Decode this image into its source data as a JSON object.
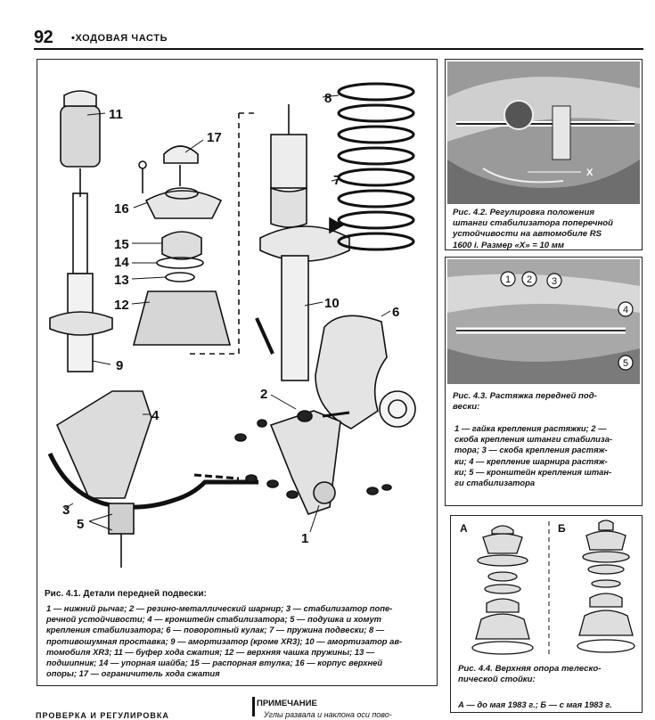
{
  "header": {
    "page_number": "92",
    "section": "•ХОДОВАЯ ЧАСТЬ"
  },
  "fig41": {
    "labels": [
      "11",
      "17",
      "16",
      "15",
      "14",
      "13",
      "12",
      "9",
      "8",
      "7",
      "10",
      "6",
      "2",
      "4",
      "3",
      "5",
      "1"
    ],
    "title": "Рис. 4.1. Детали передней подвески:",
    "legend": [
      "1 — нижний рычаг; 2 — резино-металлический шарнир; 3 — стабилизатор попе-",
      "речной устойчивости; 4 — кронштейн стабилизатора; 5 — подушка и хомут",
      "крепления стабилизатора; 6 — поворотный кулак; 7 — пружина подвески; 8 —",
      "противошумная проставка; 9 — амортизатор (кроме XR3); 10 — амортизатор ав-",
      "томобиля XR3; 11 — буфер хода сжатия; 12 — верхняя чашка пружины; 13 —",
      "подшипник; 14 — упорная шайба; 15 — распорная втулка; 16 — корпус верхней",
      "опоры; 17 — ограничитель хода сжатия"
    ]
  },
  "fig42": {
    "marker": "X",
    "caption": [
      "Рис. 4.2. Регулировка положения",
      "штанги стабилизатора поперечной",
      "устойчивости на автомобиле RS",
      "1600 i. Размер «X» = 10 мм"
    ]
  },
  "fig43": {
    "labels": [
      "1",
      "2",
      "3",
      "4",
      "5"
    ],
    "caption": [
      "Рис. 4.3. Растяжка передней под-",
      "вески:"
    ],
    "legend": [
      "1 — гайка крепления растяжки; 2 —",
      "скоба крепления штанги стабилиза-",
      "тора; 3 — скоба крепления растяж-",
      "ки; 4 — крепление шарнира растяж-",
      "ки; 5 — кронштейн крепления штан-",
      "ги стабилизатора"
    ]
  },
  "fig44": {
    "label_a": "А",
    "label_b": "Б",
    "caption": [
      "Рис. 4.4. Верхняя опора телеско-",
      "пической стойки:"
    ],
    "legend": "А — до мая 1983 г.; Б — с мая 1983 г."
  },
  "footer": {
    "note_title": "ПРИМЕЧАНИЕ",
    "left_heading": "ПРОВЕРКА И РЕГУЛИРОВКА",
    "right_text": "Углы развала и наклона оси пово-"
  }
}
